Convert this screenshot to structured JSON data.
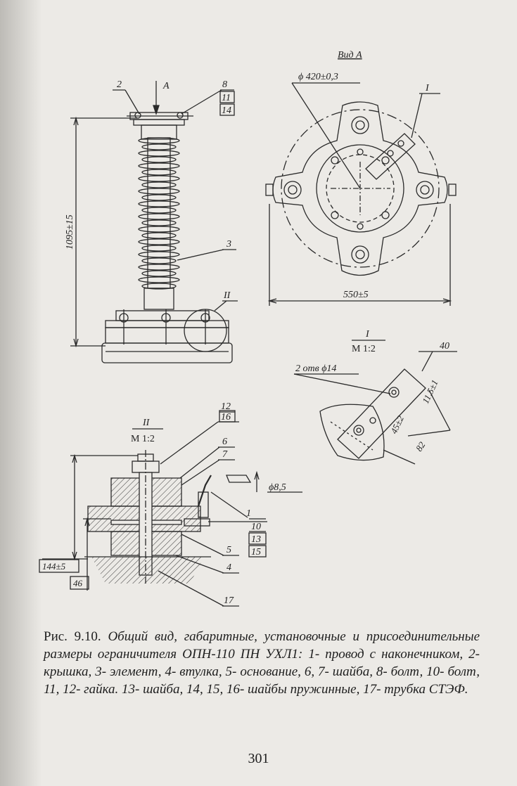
{
  "labels": {
    "view_a": "Вид А",
    "arrow_a": "А",
    "diameter_420": "ϕ 420±0,3",
    "callout_i": "I",
    "width_550": "550±5",
    "height_1095": "1095±15",
    "item_2": "2",
    "item_8": "8",
    "item_11": "11",
    "item_14": "14",
    "item_3": "3",
    "callout_ii": "II",
    "detail_i_title": "I",
    "detail_i_scale": "М 1:2",
    "dim_40": "40",
    "holes_label": "2 отв ϕ14",
    "dim_11_5": "11,5±1",
    "dim_45": "45±2",
    "dim_82": "82",
    "detail_ii_title": "II",
    "detail_ii_scale": "М 1:2",
    "item_12": "12",
    "item_16": "16",
    "item_6": "6",
    "item_7": "7",
    "dia_8_5": "ϕ8,5",
    "item_1": "1",
    "item_10": "10",
    "item_13": "13",
    "item_15": "15",
    "item_5": "5",
    "item_4": "4",
    "item_17": "17",
    "dim_144": "144±5",
    "dim_46": "46"
  },
  "caption": {
    "lead": "Рис.   9.10.",
    "text": " Общий вид, габаритные, установочные и присоединительные размеры ограничителя ОПН-110 ПН УХЛ1: 1- провод с наконечником, 2- крышка, 3- элемент, 4- втулка, 5- основание, 6, 7- шайба, 8- болт, 10- болт, 11, 12- гайка. 13- шайба, 14, 15, 16- шайбы пружинные, 17- трубка СТЭФ."
  },
  "page_number": "301"
}
